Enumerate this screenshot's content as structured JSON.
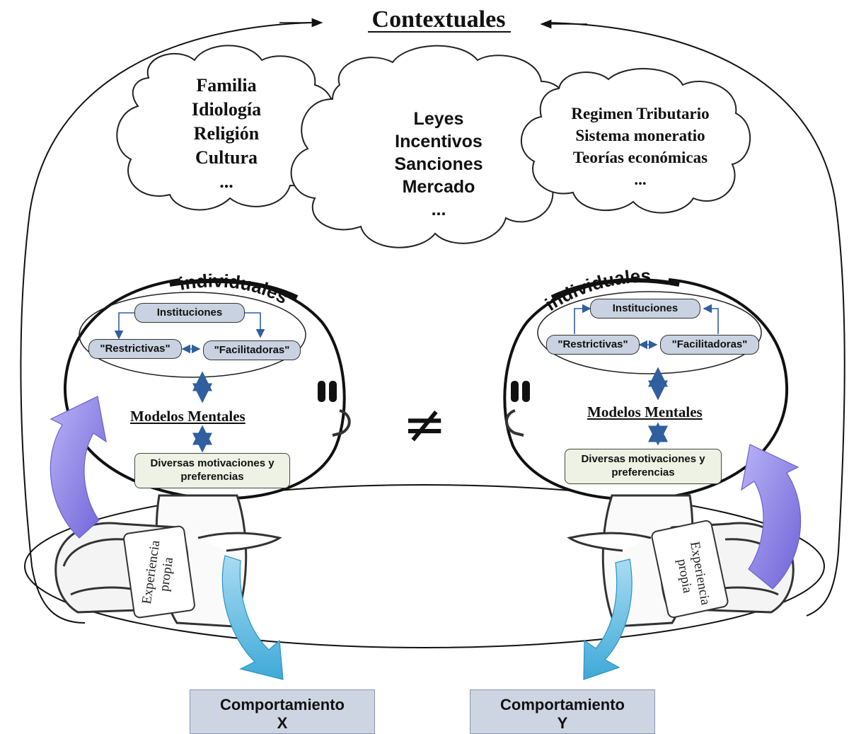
{
  "header": {
    "title": "Contextuales"
  },
  "clouds": {
    "left": {
      "lines": [
        "Familia",
        "Idiología",
        "Religión",
        "Cultura",
        "..."
      ]
    },
    "center": {
      "lines": [
        "Leyes",
        "Incentivos",
        "Sanciones",
        "Mercado",
        "..."
      ]
    },
    "right": {
      "lines": [
        "Regimen Tributario",
        "Sistema moneratio",
        "Teorías económicas",
        "..."
      ]
    }
  },
  "individuals": [
    {
      "arc_label": "individuales",
      "institutions": "Instituciones",
      "restrictive": "\"Restrictivas\"",
      "enabling": "\"Facilitadoras\"",
      "mental_models": "Modelos Mentales",
      "motivations": [
        "Diversas motivaciones y",
        "preferencias"
      ],
      "experience": [
        "Experiencia",
        "propia"
      ],
      "behavior": [
        "Comportamiento",
        "X"
      ]
    },
    {
      "arc_label": "individuales",
      "institutions": "Instituciones",
      "restrictive": "\"Restrictivas\"",
      "enabling": "\"Facilitadoras\"",
      "mental_models": "Modelos Mentales",
      "motivations": [
        "Diversas motivaciones y",
        "preferencias"
      ],
      "experience": [
        "Experiencia",
        "propia"
      ],
      "behavior": [
        "Comportamiento",
        "Y"
      ]
    }
  ],
  "comparison_symbol": "≠",
  "colors": {
    "pill_fill": "#c9d2e0",
    "motivation_fill": "#eef2e4",
    "behavior_fill": "#cdd5e3",
    "purple_arrow": "#8f86e8",
    "blue_arrow": "#5fbde3",
    "double_arrow": "#2f5f9e"
  }
}
